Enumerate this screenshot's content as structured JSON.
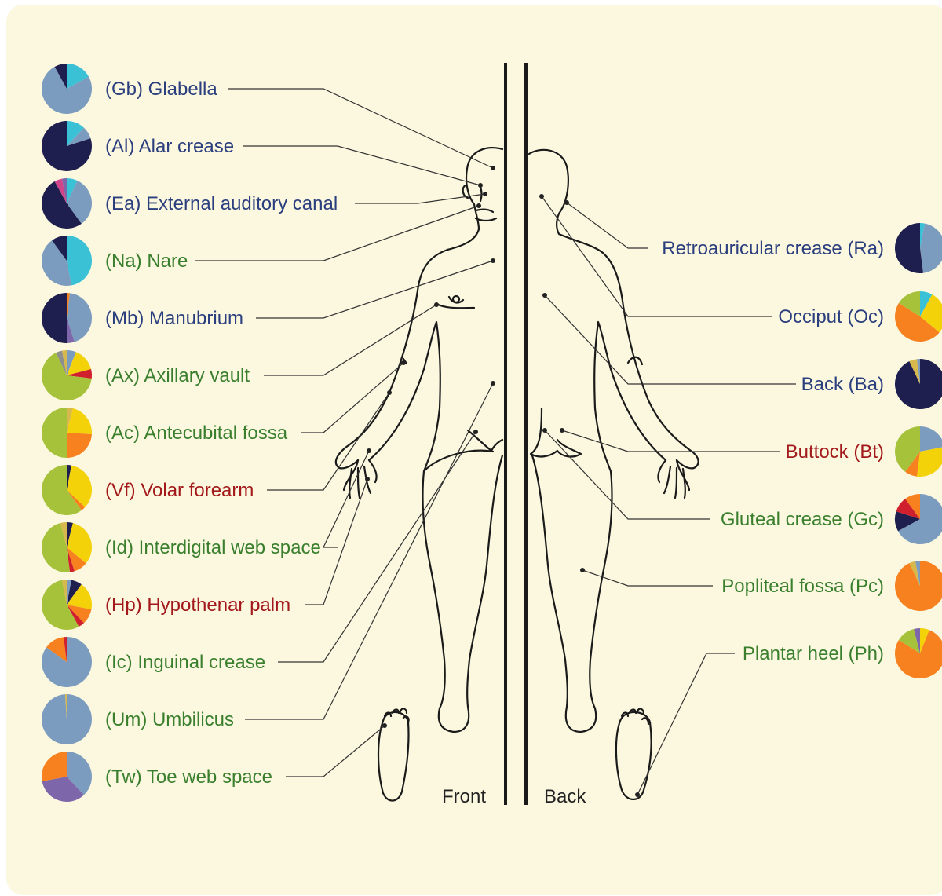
{
  "colors": {
    "blue_site": "#2b3e7e",
    "green_site": "#3a7f2e",
    "red_site": "#a3191b",
    "panel_bg": "#fbf8df",
    "pie_palette": {
      "steel": "#7c9cbf",
      "navy": "#1f1f4f",
      "cyan": "#3bc1d6",
      "lime": "#a6c23b",
      "yellow": "#f4d20a",
      "orange": "#f7811f",
      "red": "#d1202d",
      "purple": "#7d67aa",
      "magenta": "#d0458a",
      "gray": "#8e8e8e",
      "olive": "#d7b84c"
    }
  },
  "view_labels": {
    "front": "Front",
    "back": "Back"
  },
  "sites_left": [
    {
      "id": "gb",
      "label": "(Gb) Glabella",
      "group": "blue",
      "pie": [
        [
          "cyan",
          0.17
        ],
        [
          "steel",
          0.75
        ],
        [
          "navy",
          0.08
        ]
      ]
    },
    {
      "id": "al",
      "label": "(Al) Alar crease",
      "group": "blue",
      "pie": [
        [
          "cyan",
          0.12
        ],
        [
          "steel",
          0.08
        ],
        [
          "navy",
          0.8
        ]
      ]
    },
    {
      "id": "ea",
      "label": "(Ea) External auditory canal",
      "group": "blue",
      "pie": [
        [
          "cyan",
          0.07
        ],
        [
          "steel",
          0.33
        ],
        [
          "navy",
          0.52
        ],
        [
          "magenta",
          0.05
        ],
        [
          "purple",
          0.03
        ]
      ]
    },
    {
      "id": "na",
      "label": "(Na) Nare",
      "group": "green",
      "pie": [
        [
          "cyan",
          0.47
        ],
        [
          "steel",
          0.43
        ],
        [
          "navy",
          0.1
        ]
      ]
    },
    {
      "id": "mb",
      "label": "(Mb) Manubrium",
      "group": "blue",
      "pie": [
        [
          "orange",
          0.02
        ],
        [
          "steel",
          0.43
        ],
        [
          "purple",
          0.05
        ],
        [
          "navy",
          0.5
        ]
      ]
    },
    {
      "id": "ax",
      "label": "(Ax) Axillary vault",
      "group": "green",
      "pie": [
        [
          "steel",
          0.06
        ],
        [
          "yellow",
          0.15
        ],
        [
          "red",
          0.06
        ],
        [
          "lime",
          0.66
        ],
        [
          "gray",
          0.04
        ],
        [
          "olive",
          0.03
        ]
      ]
    },
    {
      "id": "ac",
      "label": "(Ac) Antecubital fossa",
      "group": "green",
      "pie": [
        [
          "olive",
          0.04
        ],
        [
          "yellow",
          0.22
        ],
        [
          "orange",
          0.24
        ],
        [
          "lime",
          0.5
        ]
      ]
    },
    {
      "id": "vf",
      "label": "(Vf) Volar forearm",
      "group": "red",
      "pie": [
        [
          "navy",
          0.03
        ],
        [
          "yellow",
          0.34
        ],
        [
          "orange",
          0.03
        ],
        [
          "lime",
          0.6
        ]
      ]
    },
    {
      "id": "id",
      "label": "(Id) Interdigital web space",
      "group": "green",
      "pie": [
        [
          "navy",
          0.04
        ],
        [
          "yellow",
          0.32
        ],
        [
          "orange",
          0.09
        ],
        [
          "red",
          0.03
        ],
        [
          "lime",
          0.48
        ],
        [
          "olive",
          0.04
        ]
      ]
    },
    {
      "id": "hp",
      "label": "(Hp) Hypothenar palm",
      "group": "red",
      "pie": [
        [
          "steel",
          0.03
        ],
        [
          "navy",
          0.07
        ],
        [
          "yellow",
          0.18
        ],
        [
          "orange",
          0.1
        ],
        [
          "red",
          0.04
        ],
        [
          "lime",
          0.55
        ],
        [
          "olive",
          0.03
        ]
      ]
    },
    {
      "id": "ic",
      "label": "(Ic) Inguinal crease",
      "group": "green",
      "pie": [
        [
          "steel",
          0.85
        ],
        [
          "orange",
          0.13
        ],
        [
          "red",
          0.02
        ]
      ]
    },
    {
      "id": "um",
      "label": "(Um) Umbilicus",
      "group": "green",
      "pie": [
        [
          "steel",
          0.99
        ],
        [
          "olive",
          0.01
        ]
      ]
    },
    {
      "id": "tw",
      "label": "(Tw) Toe web space",
      "group": "green",
      "pie": [
        [
          "steel",
          0.38
        ],
        [
          "purple",
          0.34
        ],
        [
          "orange",
          0.28
        ]
      ]
    }
  ],
  "sites_right": [
    {
      "id": "ra",
      "label": "Retroauricular crease (Ra)",
      "group": "blue",
      "pie": [
        [
          "cyan",
          0.03
        ],
        [
          "steel",
          0.45
        ],
        [
          "navy",
          0.52
        ]
      ]
    },
    {
      "id": "oc",
      "label": "Occiput (Oc)",
      "group": "blue",
      "pie": [
        [
          "cyan",
          0.08
        ],
        [
          "yellow",
          0.28
        ],
        [
          "orange",
          0.48
        ],
        [
          "lime",
          0.16
        ]
      ]
    },
    {
      "id": "ba",
      "label": "Back (Ba)",
      "group": "blue",
      "pie": [
        [
          "navy",
          0.93
        ],
        [
          "olive",
          0.05
        ],
        [
          "steel",
          0.02
        ]
      ]
    },
    {
      "id": "bt",
      "label": "Buttock (Bt)",
      "group": "red",
      "pie": [
        [
          "steel",
          0.22
        ],
        [
          "yellow",
          0.3
        ],
        [
          "orange",
          0.08
        ],
        [
          "lime",
          0.4
        ]
      ]
    },
    {
      "id": "gc",
      "label": "Gluteal crease (Gc)",
      "group": "green",
      "pie": [
        [
          "steel",
          0.67
        ],
        [
          "navy",
          0.13
        ],
        [
          "red",
          0.1
        ],
        [
          "orange",
          0.1
        ]
      ]
    },
    {
      "id": "pc",
      "label": "Popliteal fossa (Pc)",
      "group": "green",
      "pie": [
        [
          "orange",
          0.93
        ],
        [
          "olive",
          0.04
        ],
        [
          "steel",
          0.03
        ]
      ]
    },
    {
      "id": "ph",
      "label": "Plantar heel (Ph)",
      "group": "green",
      "pie": [
        [
          "yellow",
          0.06
        ],
        [
          "orange",
          0.78
        ],
        [
          "lime",
          0.12
        ],
        [
          "purple",
          0.04
        ]
      ]
    }
  ]
}
